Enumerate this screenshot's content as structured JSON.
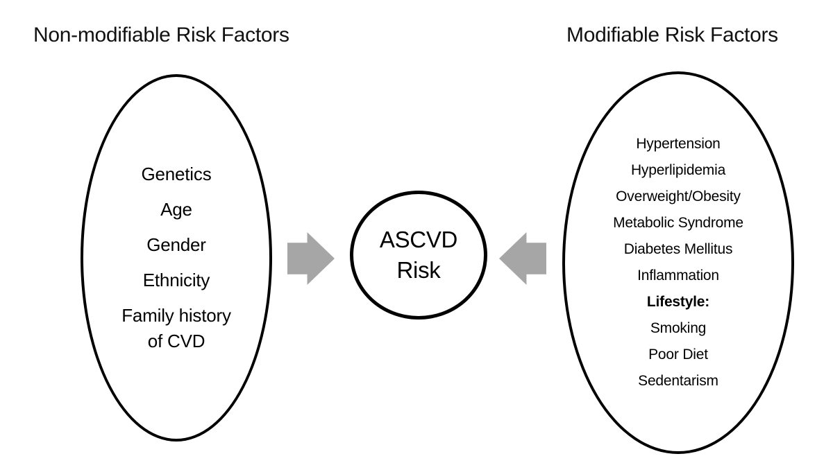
{
  "diagram": {
    "left_group": {
      "title": "Non-modifiable Risk Factors",
      "items": [
        "Genetics",
        "Age",
        "Gender",
        "Ethnicity",
        "Family history of CVD"
      ]
    },
    "right_group": {
      "title": "Modifiable Risk Factors",
      "items": [
        "Hypertension",
        "Hyperlipidemia",
        "Overweight/Obesity",
        "Metabolic Syndrome",
        "Diabetes Mellitus",
        "Inflammation",
        "Lifestyle:",
        "Smoking",
        "Poor Diet",
        "Sedentarism"
      ],
      "bold_item": "Lifestyle:"
    },
    "center": {
      "line1": "ASCVD",
      "line2": "Risk"
    },
    "colors": {
      "arrow": "#a6a6a6",
      "stroke": "#000000",
      "background": "#ffffff"
    }
  }
}
